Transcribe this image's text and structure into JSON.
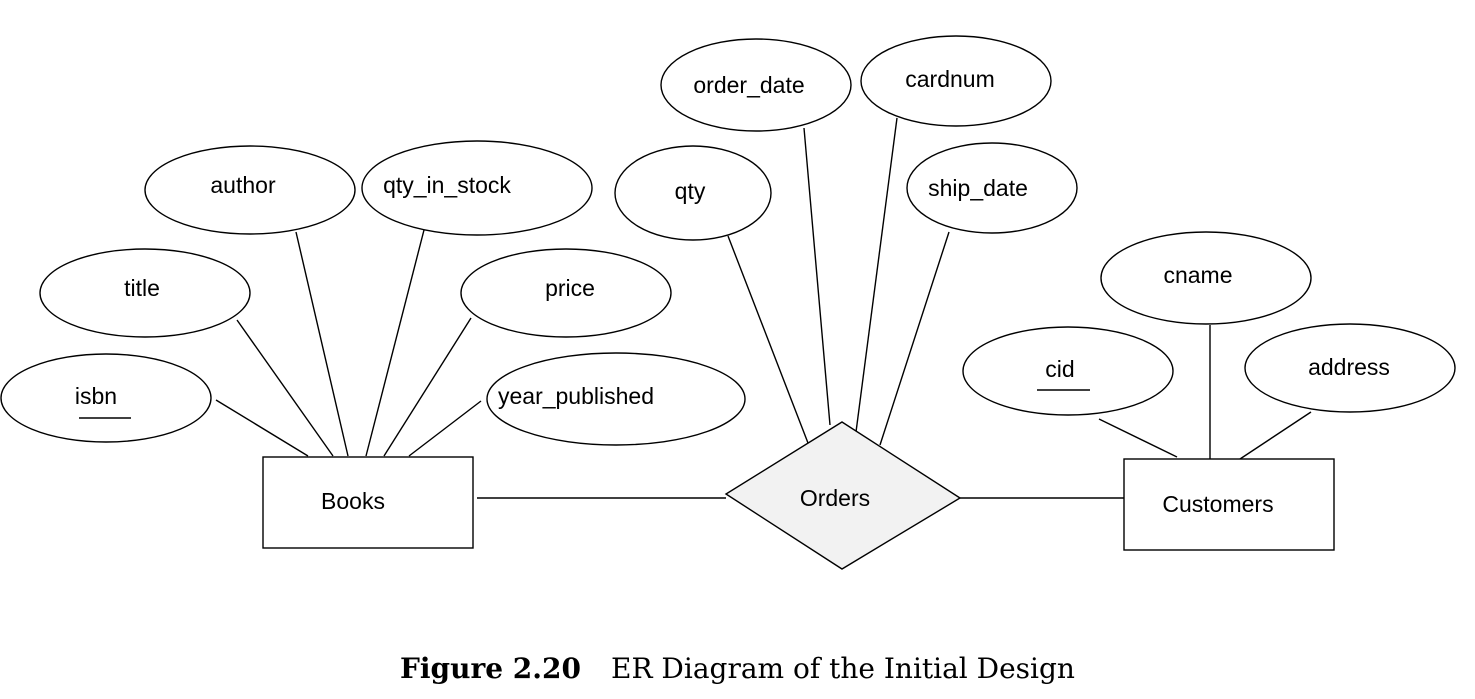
{
  "diagram": {
    "entities": {
      "books": "Books",
      "customers": "Customers"
    },
    "relationships": {
      "orders": "Orders"
    },
    "attributes": {
      "isbn": "isbn",
      "title": "title",
      "author": "author",
      "qty_in_stock": "qty_in_stock",
      "price": "price",
      "year_published": "year_published",
      "qty": "qty",
      "order_date": "order_date",
      "cardnum": "cardnum",
      "ship_date": "ship_date",
      "cid": "cid",
      "cname": "cname",
      "address": "address"
    },
    "key_attributes": [
      "isbn",
      "cid"
    ],
    "colors": {
      "relationship_fill": "#f2f2f2",
      "stroke": "#000000"
    }
  },
  "caption": {
    "number": "Figure 2.20",
    "text": "ER Diagram of the Initial Design"
  }
}
